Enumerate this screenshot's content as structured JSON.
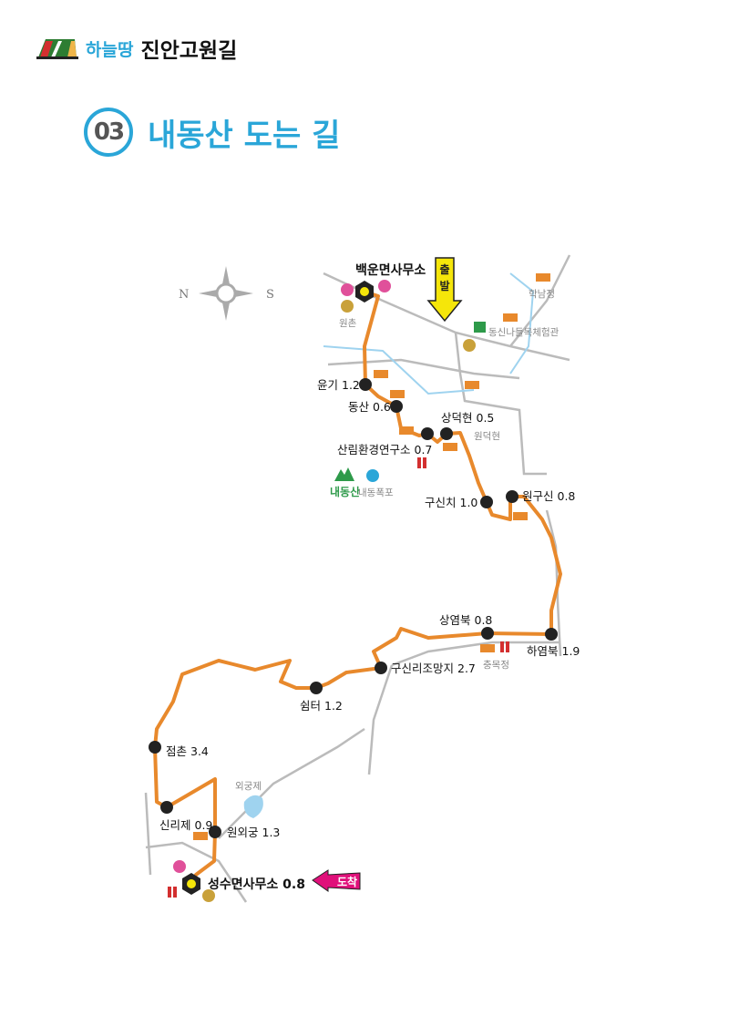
{
  "logo": {
    "sub": "하늘땅",
    "main": "진안고원길"
  },
  "title": {
    "number": "03",
    "text": "내동산 도는 길"
  },
  "compass": {
    "north": "N",
    "south": "S"
  },
  "start": {
    "name": "백운면사무소",
    "badge": "출발"
  },
  "end": {
    "name": "성수면사무소",
    "distance": "0.8",
    "badge": "도착"
  },
  "waypoints": [
    {
      "name": "윤기",
      "distance": "1.2"
    },
    {
      "name": "동산",
      "distance": "0.6"
    },
    {
      "name": "산림환경연구소",
      "distance": "0.7"
    },
    {
      "name": "상덕현",
      "distance": "0.5"
    },
    {
      "name": "구신치",
      "distance": "1.0"
    },
    {
      "name": "원구신",
      "distance": "0.8"
    },
    {
      "name": "하염북",
      "distance": "1.9"
    },
    {
      "name": "상염북",
      "distance": "0.8"
    },
    {
      "name": "구신리조망지",
      "distance": "2.7"
    },
    {
      "name": "쉼터",
      "distance": "1.2"
    },
    {
      "name": "점촌",
      "distance": "3.4"
    },
    {
      "name": "신리제",
      "distance": "0.9"
    },
    {
      "name": "원외궁",
      "distance": "1.3"
    }
  ],
  "places": {
    "wonchon": "원촌",
    "haknamjeong": "학남정",
    "dongsin": "동신나들목체험관",
    "wondeokhyeon": "원덕현",
    "naedongsan": "내동산",
    "naedong_falls": "내동폭포",
    "chungmokjeong": "충목정",
    "oegungje": "외궁제"
  },
  "colors": {
    "route": "#e8892c",
    "accent": "#2aa6d8",
    "road": "#bbbbbb",
    "water": "#9fd3ef"
  }
}
